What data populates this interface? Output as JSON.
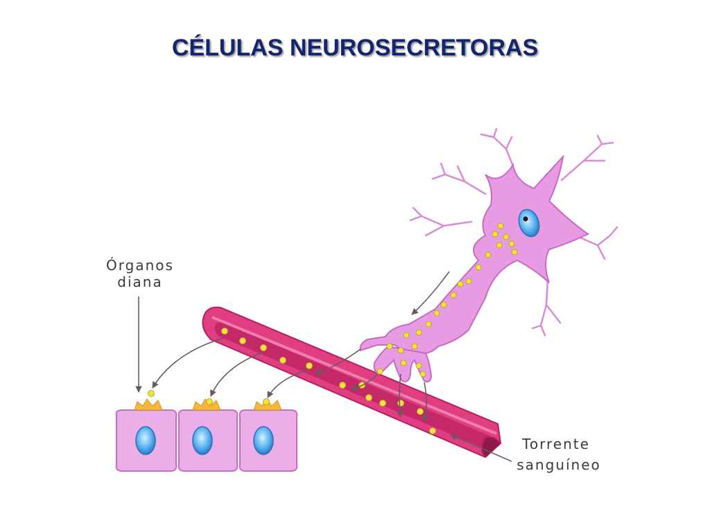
{
  "title": "CÉLULAS NEUROSECRETORAS",
  "labels": {
    "target_organs_line1": "Órganos",
    "target_organs_line2": "diana",
    "bloodstream_line1": "Torrente",
    "bloodstream_line2": "sanguíneo"
  },
  "colors": {
    "title": "#12256e",
    "neuron_fill": "#e79be3",
    "neuron_stroke": "#c76ac2",
    "vessel_fill": "#e03d82",
    "vessel_light": "#f07aa7",
    "vessel_dark": "#b4205e",
    "granule": "#f3e23c",
    "granule_stroke": "#b8a520",
    "nucleus": "#5cb4f2",
    "target_cell_fill": "#ecaee8",
    "receptor": "#f6b73c",
    "arrow": "#6b5a5a"
  }
}
